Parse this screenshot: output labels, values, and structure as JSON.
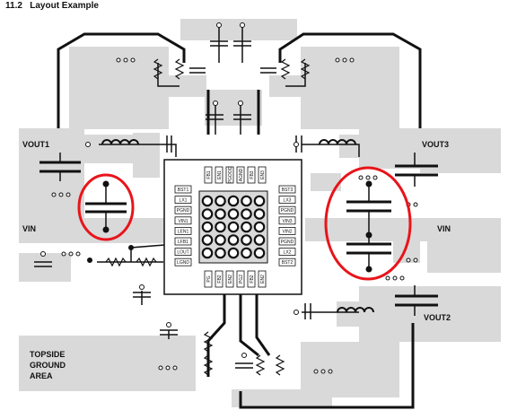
{
  "page": {
    "title": "11.2   Layout Example"
  },
  "labels": {
    "vout1": "VOUT1",
    "vout2": "VOUT2",
    "vout3": "VOUT3",
    "vin_left": "VIN",
    "vin_right": "VIN",
    "ground_line1": "TOPSIDE",
    "ground_line2": "GROUND",
    "ground_line3": "AREA"
  },
  "ic": {
    "left_pins": [
      "BST1",
      "LX1",
      "PGND",
      "VIN1",
      "LEN1",
      "LFB1",
      "LOUT",
      "LGND"
    ],
    "right_pins": [
      "BST3",
      "LX3",
      "PGND",
      "VIN3",
      "VIN2",
      "PGND",
      "LX2",
      "BST2"
    ],
    "top_pins": [
      "FB1",
      "EN1",
      "PGOOD",
      "AGND",
      "FB3",
      "EN3"
    ],
    "bottom_pins": [
      "PG",
      "FB2",
      "EN2",
      "PG2",
      "FB2",
      "EN2"
    ],
    "thermal_via_grid": {
      "rows": 5,
      "cols": 5
    }
  },
  "highlights": {
    "count": 2,
    "color": "#e8141a"
  },
  "colors": {
    "copper": "#d9d9d9",
    "trace": "#111111",
    "ic_body": "#ffffff"
  }
}
